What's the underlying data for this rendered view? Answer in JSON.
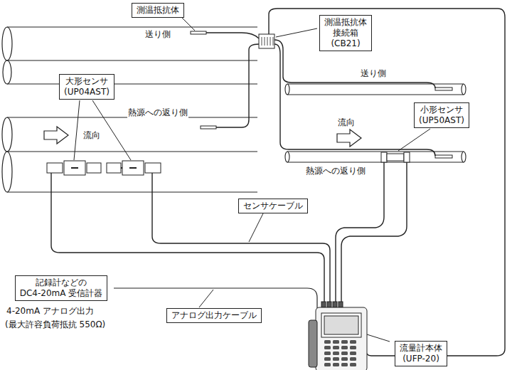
{
  "diagram": {
    "nodes": [
      {
        "text": [
          "測温抵抗体"
        ]
      },
      {
        "text": [
          "測温抵抗体 接続箱 (CB21)"
        ]
      },
      {
        "text": [
          "大形センサ (UP04AST)"
        ]
      },
      {
        "text": [
          "小形センサ (UP50AST)"
        ]
      },
      {
        "text": [
          "センサケーブル"
        ]
      },
      {
        "text": [
          "記録計などの",
          "DC4-20mA 受信計器"
        ]
      },
      {
        "text": [
          "アナログ出力ケーブル"
        ]
      },
      {
        "text": [
          "流量計本体 (UFP-20)"
        ]
      }
    ],
    "labels": [
      "送り側",
      "熱源への返り側",
      "流向",
      "送り側",
      "流向",
      "熱源への返り側",
      "4-20mA アナログ出力",
      "(最大許容負荷抵抗 550Ω)"
    ]
  }
}
